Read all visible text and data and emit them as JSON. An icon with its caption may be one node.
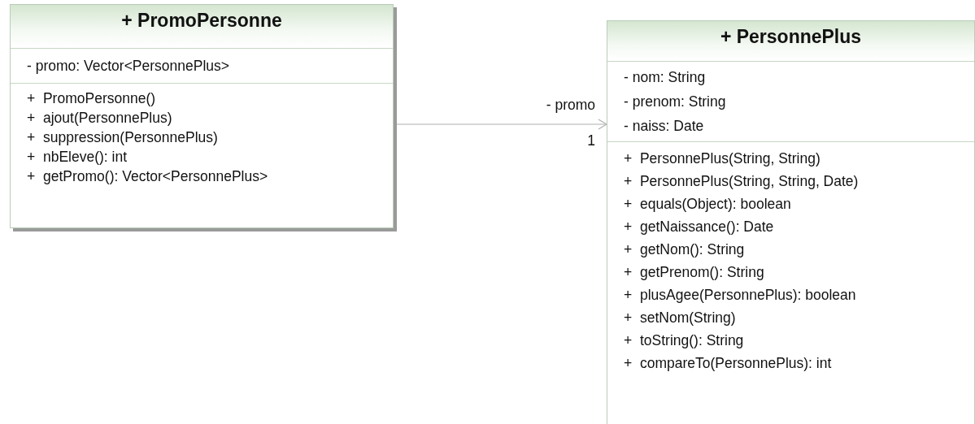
{
  "diagram": {
    "nodes": [
      {
        "text": [
          "+ PromoPersonne"
        ]
      },
      {
        "text": [
          "- promo: Vector<PersonnePlus>"
        ],
        "in": 0
      },
      {
        "text": [
          "+  PromoPersonne()",
          "+  ajout(PersonnePlus)",
          "+  suppression(PersonnePlus)",
          "+  nbEleve(): int",
          "+  getPromo(): Vector<PersonnePlus>"
        ],
        "in": 0
      },
      {
        "text": [
          "+ PersonnePlus"
        ]
      },
      {
        "text": [
          "- nom: String",
          "- prenom: String",
          "- naiss: Date"
        ],
        "in": 3
      },
      {
        "text": [
          "+  PersonnePlus(String, String)",
          "+  PersonnePlus(String, String, Date)",
          "+  equals(Object): boolean",
          "+  getNaissance(): Date",
          "+  getNom(): String",
          "+  getPrenom(): String",
          "+  plusAgee(PersonnePlus): boolean",
          "+  setNom(String)",
          "+  toString(): String",
          "+  compareTo(PersonnePlus): int"
        ],
        "in": 3
      }
    ],
    "edges": [
      {
        "from": 0,
        "to": 3,
        "arrow": "to",
        "label": "- promo"
      }
    ],
    "labels": [
      "1"
    ]
  }
}
